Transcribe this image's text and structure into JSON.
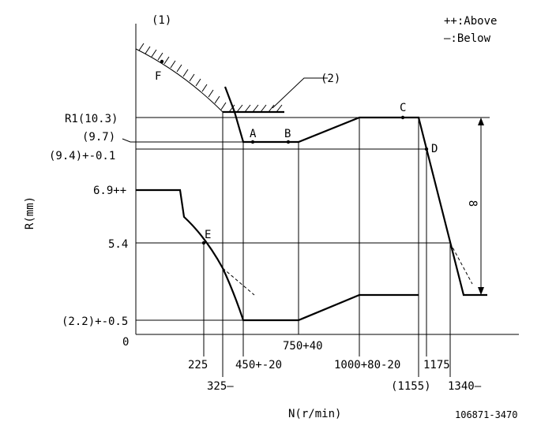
{
  "figure_label": "(1)",
  "part_label": "(2)",
  "legend": {
    "above": "++:Above",
    "below": "—:Below"
  },
  "axes": {
    "x_label": "N(r/min)",
    "y_label": "R(mm)",
    "origin": "0"
  },
  "y_ticks": {
    "r1": "R1(10.3)",
    "v97": "(9.7)",
    "v94": "(9.4)+-0.1",
    "v69": "6.9++",
    "v54": "5.4",
    "v22": "(2.2)+-0.5"
  },
  "x_ticks": {
    "n225": "225",
    "n325": "325—",
    "n450": "450+-20",
    "n750": "750+40",
    "n1000": "1000+80-20",
    "n1155": "(1155)",
    "n1175": "1175",
    "n1340": "1340—"
  },
  "points": {
    "a": "A",
    "b": "B",
    "c": "C",
    "d": "D",
    "e": "E",
    "f": "F"
  },
  "dimension": "8",
  "drawing_number": "106871-3470"
}
